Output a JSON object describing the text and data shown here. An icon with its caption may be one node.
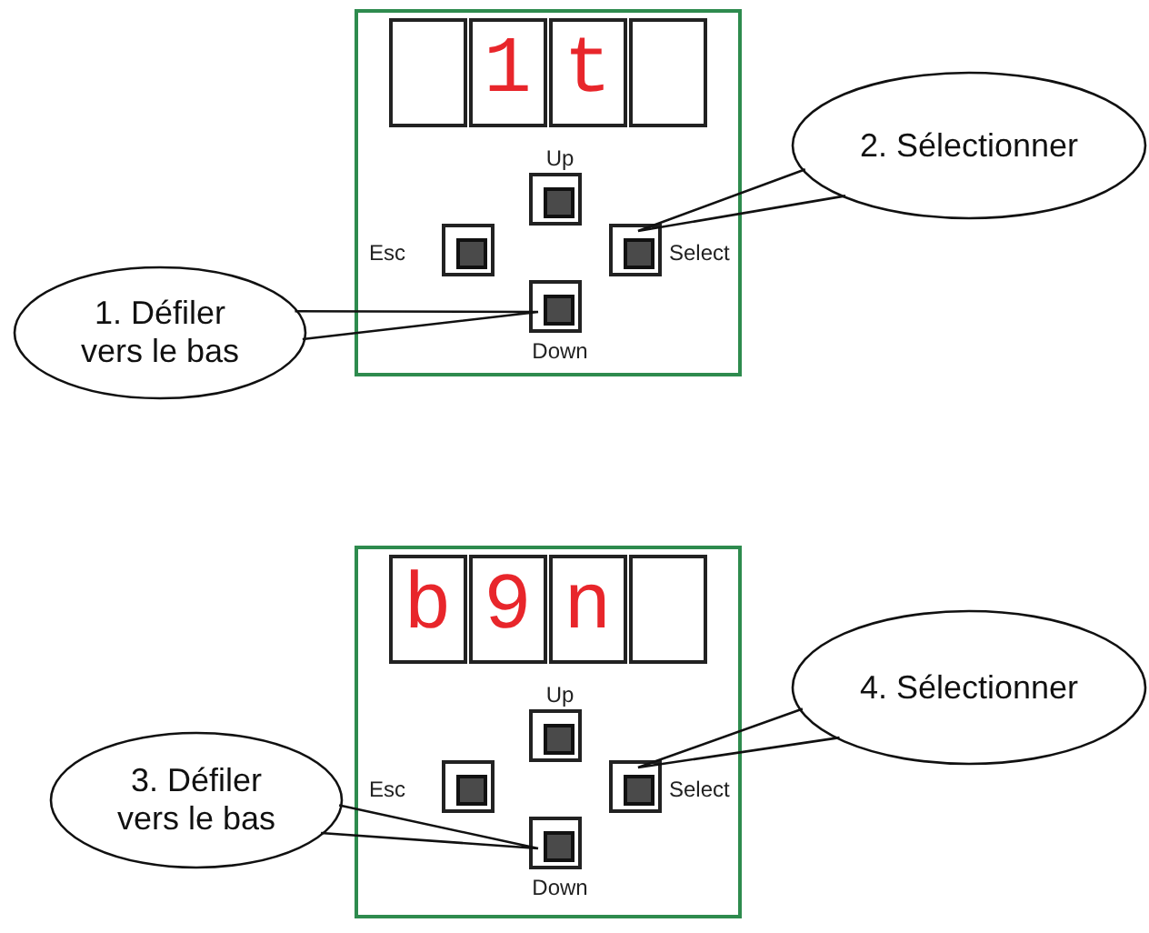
{
  "diagram": {
    "nodes": [
      {
        "text": [],
        "shape": "box"
      },
      {
        "text": [],
        "shape": "box",
        "in": 0,
        "beside": [
          "Up"
        ]
      },
      {
        "text": [],
        "shape": "box",
        "in": 0,
        "beside": [
          "Esc"
        ]
      },
      {
        "text": [],
        "shape": "box",
        "in": 0,
        "beside": [
          "Select"
        ]
      },
      {
        "text": [],
        "shape": "box",
        "in": 0,
        "beside": [
          "Down"
        ]
      },
      {
        "text": [
          "2. Sélectionner"
        ]
      },
      {
        "text": [
          "1. Défiler vers le bas"
        ]
      },
      {
        "text": [],
        "shape": "box"
      },
      {
        "text": [],
        "shape": "box",
        "in": 7,
        "beside": [
          "Up"
        ]
      },
      {
        "text": [],
        "shape": "box",
        "in": 7,
        "beside": [
          "Esc"
        ]
      },
      {
        "text": [],
        "shape": "box",
        "in": 7,
        "beside": [
          "Select"
        ]
      },
      {
        "text": [],
        "shape": "box",
        "in": 7,
        "beside": [
          "Down"
        ]
      },
      {
        "text": [
          "4. Sélectionner"
        ]
      },
      {
        "text": [
          "3. Défiler vers le bas"
        ]
      }
    ],
    "edges": [
      {
        "from": 5,
        "to": 3,
        "arrow": "none"
      },
      {
        "from": 6,
        "to": 4,
        "arrow": "none"
      },
      {
        "from": 12,
        "to": 10,
        "arrow": "none"
      },
      {
        "from": 13,
        "to": 11,
        "arrow": "none"
      }
    ],
    "labels": [
      "1t",
      "b9n"
    ]
  }
}
